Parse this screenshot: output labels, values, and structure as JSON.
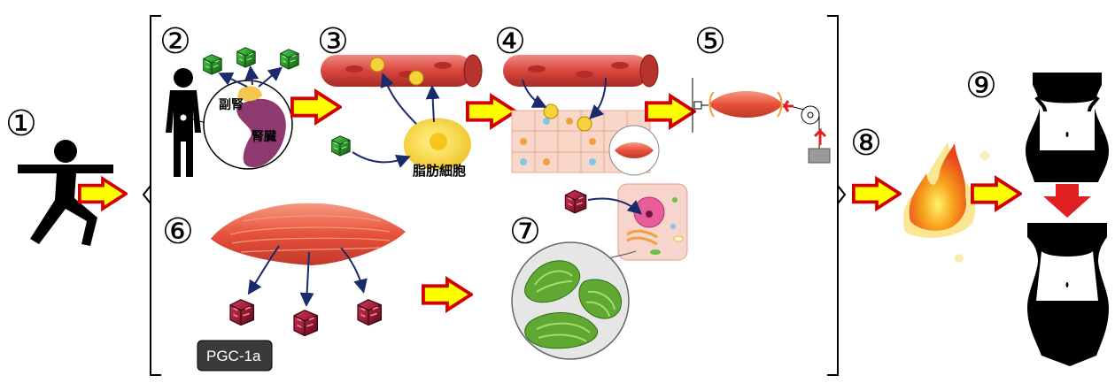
{
  "steps": {
    "s1": "①",
    "s2": "②",
    "s3": "③",
    "s4": "④",
    "s5": "⑤",
    "s6": "⑥",
    "s7": "⑦",
    "s8": "⑧",
    "s9": "⑨"
  },
  "labels": {
    "adrenal": "副腎",
    "kidney": "腎臓",
    "fat_cell": "脂肪細胞",
    "pgc": "PGC-1a"
  },
  "colors": {
    "arrow_fill": "#ffff00",
    "arrow_outline": "#d40000",
    "hormone_green": "#1e8c1e",
    "protein_red": "#8b0a2a",
    "blood_vessel": "#d9534f",
    "fat_yellow": "#f5d23a",
    "muscle": "#e8513a",
    "mitochondria": "#5fa832",
    "flame": "#f5781e",
    "nerve_arrow": "#1a2a6c"
  },
  "icons": [
    "exercising-person-icon",
    "person-icon",
    "kidney-icon",
    "blood-vessel-icon",
    "fat-cell-icon",
    "muscle-icon",
    "pulley-weight-icon",
    "cell-icon",
    "mitochondria-icon",
    "fire-icon",
    "torso-icon"
  ]
}
